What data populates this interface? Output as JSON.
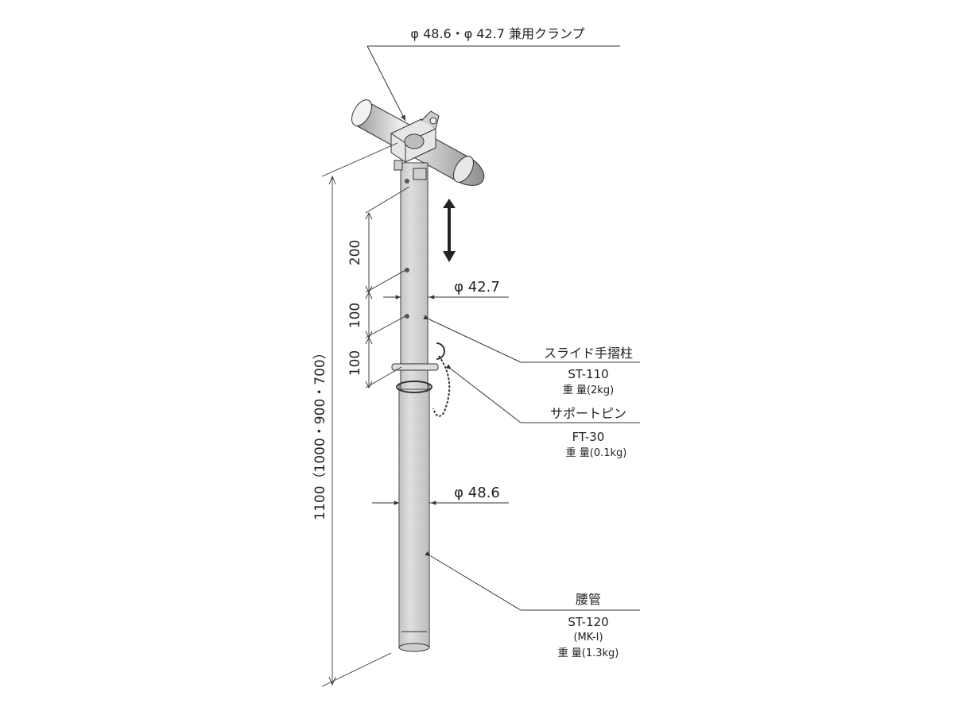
{
  "clamp": {
    "label": "φ 48.6・φ 42.7 兼用クランプ"
  },
  "slide_post": {
    "name": "スライド手摺柱",
    "code": "ST-110",
    "weight": "重 量(2kg)"
  },
  "support_pin": {
    "name": "サポートピン",
    "code": "FT-30",
    "weight": "重 量(0.1kg)"
  },
  "waist_pipe": {
    "name": "腰管",
    "code": "ST-120",
    "sub": "(MK-Ⅰ)",
    "weight": "重 量(1.3kg)"
  },
  "dimensions": {
    "upper_diameter": "φ 42.7",
    "lower_diameter": "φ 48.6",
    "hole_spacing_1": "200",
    "hole_spacing_2": "100",
    "hole_spacing_3": "100",
    "total_height": "1100（1000・900・700）"
  },
  "colors": {
    "line": "#333333",
    "pipe_fill": "#d9d9d9",
    "text": "#222222"
  }
}
